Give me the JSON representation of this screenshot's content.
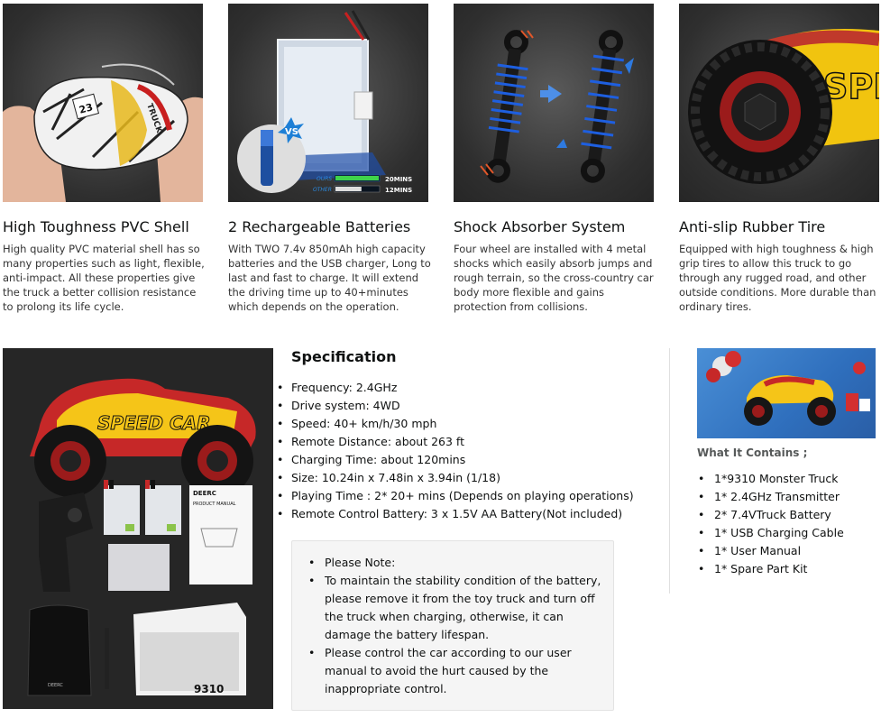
{
  "features": [
    {
      "title": "High Toughness PVC Shell",
      "desc": "High quality PVC material shell has so many properties such as light, flexible, anti-impact. All these properties give the truck a better collision resistance to prolong its life cycle.",
      "truck_number": "23",
      "truck_word": "TRUCK"
    },
    {
      "title": "2 Rechargeable Batteries",
      "desc": "With TWO 7.4v 850mAh high capacity batteries and the USB charger, Long to last and fast to charge. It will extend the driving time up to 40+minutes which depends on the operation.",
      "vs_label": "VS",
      "ours_label": "OURS",
      "ours_time": "20MINS",
      "other_label": "OTHER",
      "other_time": "12MINS",
      "ours_level": 1.0,
      "other_level": 0.6
    },
    {
      "title": "Shock Absorber System",
      "desc": "Four wheel are installed with 4 metal shocks which easily absorb jumps and rough terrain, so the cross-country car body more flexible and gains protection from collisions."
    },
    {
      "title": "Anti-slip Rubber Tire",
      "desc": "Equipped with high toughness & high grip tires to allow this truck to go through any rugged road, and other outside conditions. More durable than ordinary tires.",
      "shell_text": "SPE"
    }
  ],
  "spec_image": {
    "car_text": "SPEED CAR",
    "brand_logo": "DEERC",
    "manual_title": "PRODUCT MANUAL",
    "box_model": "9310"
  },
  "specification": {
    "heading": "Specification",
    "items": [
      "Frequency: 2.4GHz",
      "Drive system: 4WD",
      "Speed: 40+ km/h/30 mph",
      "Remote Distance: about 263 ft",
      "Charging Time: about 120mins",
      "Size: 10.24in x 7.48in x 3.94in (1/18)",
      "Playing Time : 2* 20+ mins (Depends on playing operations)",
      "Remote Control Battery: 3 x 1.5V AA Battery(Not included)"
    ]
  },
  "note": {
    "items": [
      "Please Note:",
      "To maintain the stability condition of the battery, please remove it from the toy truck and turn off the truck when charging, otherwise, it can damage the battery lifespan.",
      "Please control the car according to our user manual to avoid the hurt caused by the inappropriate control."
    ]
  },
  "contents": {
    "heading": "What It Contains ;",
    "items": [
      "1*9310 Monster Truck",
      "1* 2.4GHz Transmitter",
      "2* 7.4VTruck Battery",
      "1* USB Charging Cable",
      "1* User Manual",
      "1* Spare Part Kit"
    ]
  }
}
